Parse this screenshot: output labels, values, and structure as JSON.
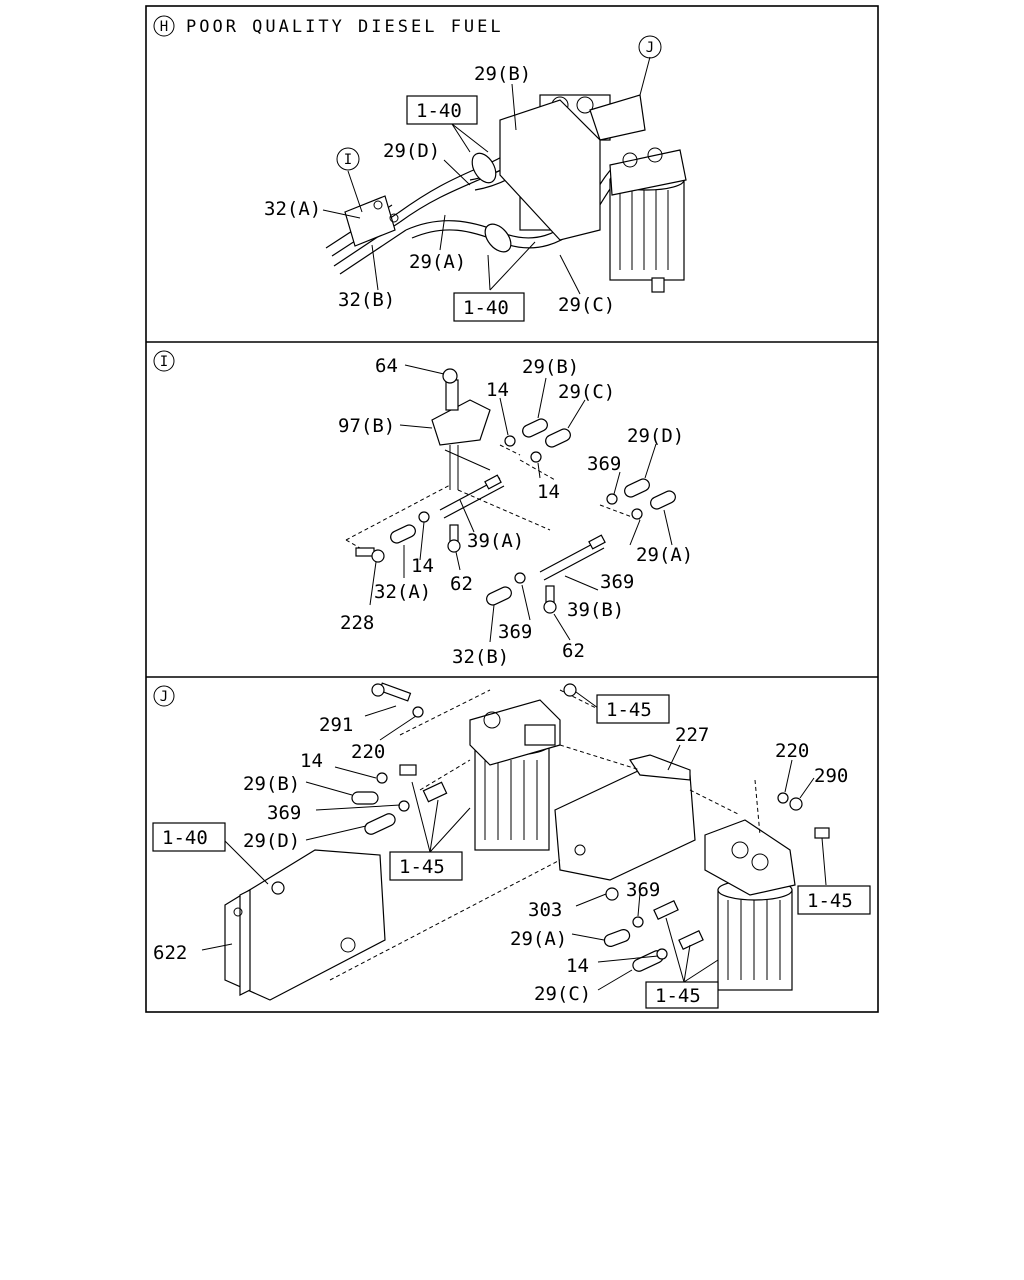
{
  "sections": {
    "H": {
      "marker": "H",
      "title": "POOR QUALITY DIESEL FUEL",
      "labels": {
        "l1": "29(B)",
        "l2": "1-40",
        "l3": "29(D)",
        "l4": "32(A)",
        "l5": "29(A)",
        "l6": "32(B)",
        "l7": "1-40",
        "l8": "29(C)"
      },
      "callouts": {
        "c1": "I",
        "c2": "J"
      }
    },
    "I": {
      "marker": "I",
      "labels": {
        "l1": "64",
        "l2": "29(B)",
        "l3": "14",
        "l4": "29(C)",
        "l5": "97(B)",
        "l6": "29(D)",
        "l7": "369",
        "l8": "14",
        "l9": "39(A)",
        "l10": "29(A)",
        "l11": "14",
        "l12": "32(A)",
        "l13": "62",
        "l14": "369",
        "l15": "228",
        "l16": "39(B)",
        "l17": "369",
        "l18": "32(B)",
        "l19": "62"
      }
    },
    "J": {
      "marker": "J",
      "labels": {
        "l1": "1-45",
        "l2": "291",
        "l3": "220",
        "l4": "227",
        "l5": "14",
        "l6": "29(B)",
        "l7": "220",
        "l8": "290",
        "l9": "369",
        "l10": "1-40",
        "l11": "29(D)",
        "l12": "1-45",
        "l13": "1-45",
        "l14": "303",
        "l15": "369",
        "l16": "29(A)",
        "l17": "622",
        "l18": "14",
        "l19": "29(C)",
        "l20": "1-45"
      }
    }
  }
}
